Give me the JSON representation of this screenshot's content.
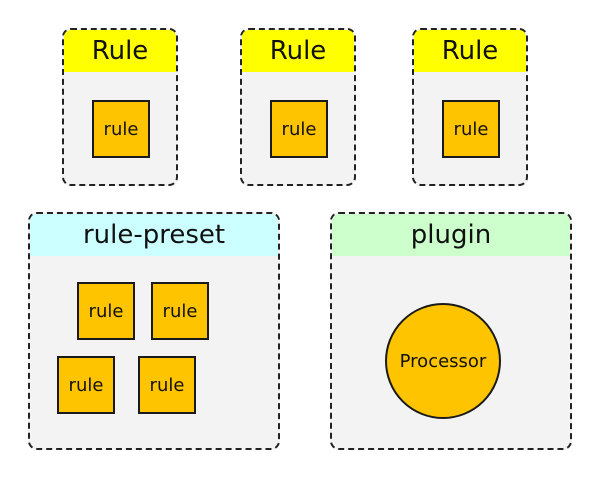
{
  "colors": {
    "rule_header": "#ffff00",
    "preset_header": "#ccffff",
    "plugin_header": "#ccffcc",
    "item_fill": "#ffc400",
    "panel_fill": "#f3f3f3"
  },
  "rule_panels": [
    {
      "title": "Rule",
      "item": "rule"
    },
    {
      "title": "Rule",
      "item": "rule"
    },
    {
      "title": "Rule",
      "item": "rule"
    }
  ],
  "preset_panel": {
    "title": "rule-preset",
    "items": [
      "rule",
      "rule",
      "rule",
      "rule"
    ]
  },
  "plugin_panel": {
    "title": "plugin",
    "item": "Processor"
  }
}
